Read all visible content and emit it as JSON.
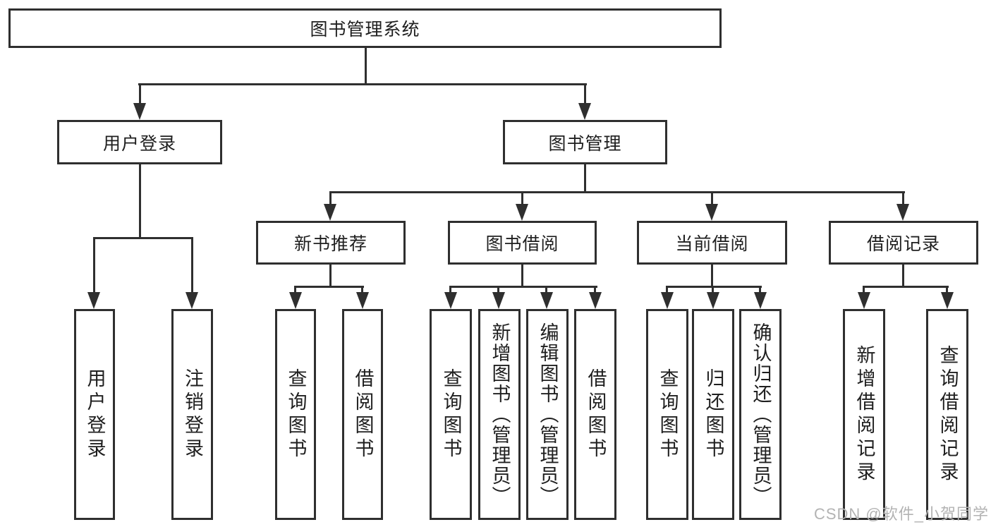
{
  "colors": {
    "line": "#2f2f2f",
    "text": "#1f1f1f",
    "watermark": "#b3b3b3",
    "background": "#ffffff"
  },
  "tree": {
    "root": "图书管理系统",
    "children": [
      {
        "label": "用户登录",
        "leaves": [
          "用户登录",
          "注销登录"
        ]
      },
      {
        "label": "图书管理",
        "children": [
          {
            "label": "新书推荐",
            "leaves": [
              "查询图书",
              "借阅图书"
            ]
          },
          {
            "label": "图书借阅",
            "leaves": [
              "查询图书",
              "新增图书（管理员）",
              "编辑图书（管理员）",
              "借阅图书"
            ]
          },
          {
            "label": "当前借阅",
            "leaves": [
              "查询图书",
              "归还图书",
              "确认归还（管理员）"
            ]
          },
          {
            "label": "借阅记录",
            "leaves": [
              "新增借阅记录",
              "查询借阅记录"
            ]
          }
        ]
      }
    ]
  },
  "watermark": {
    "text": "CSDN @软件_小贺同学"
  }
}
